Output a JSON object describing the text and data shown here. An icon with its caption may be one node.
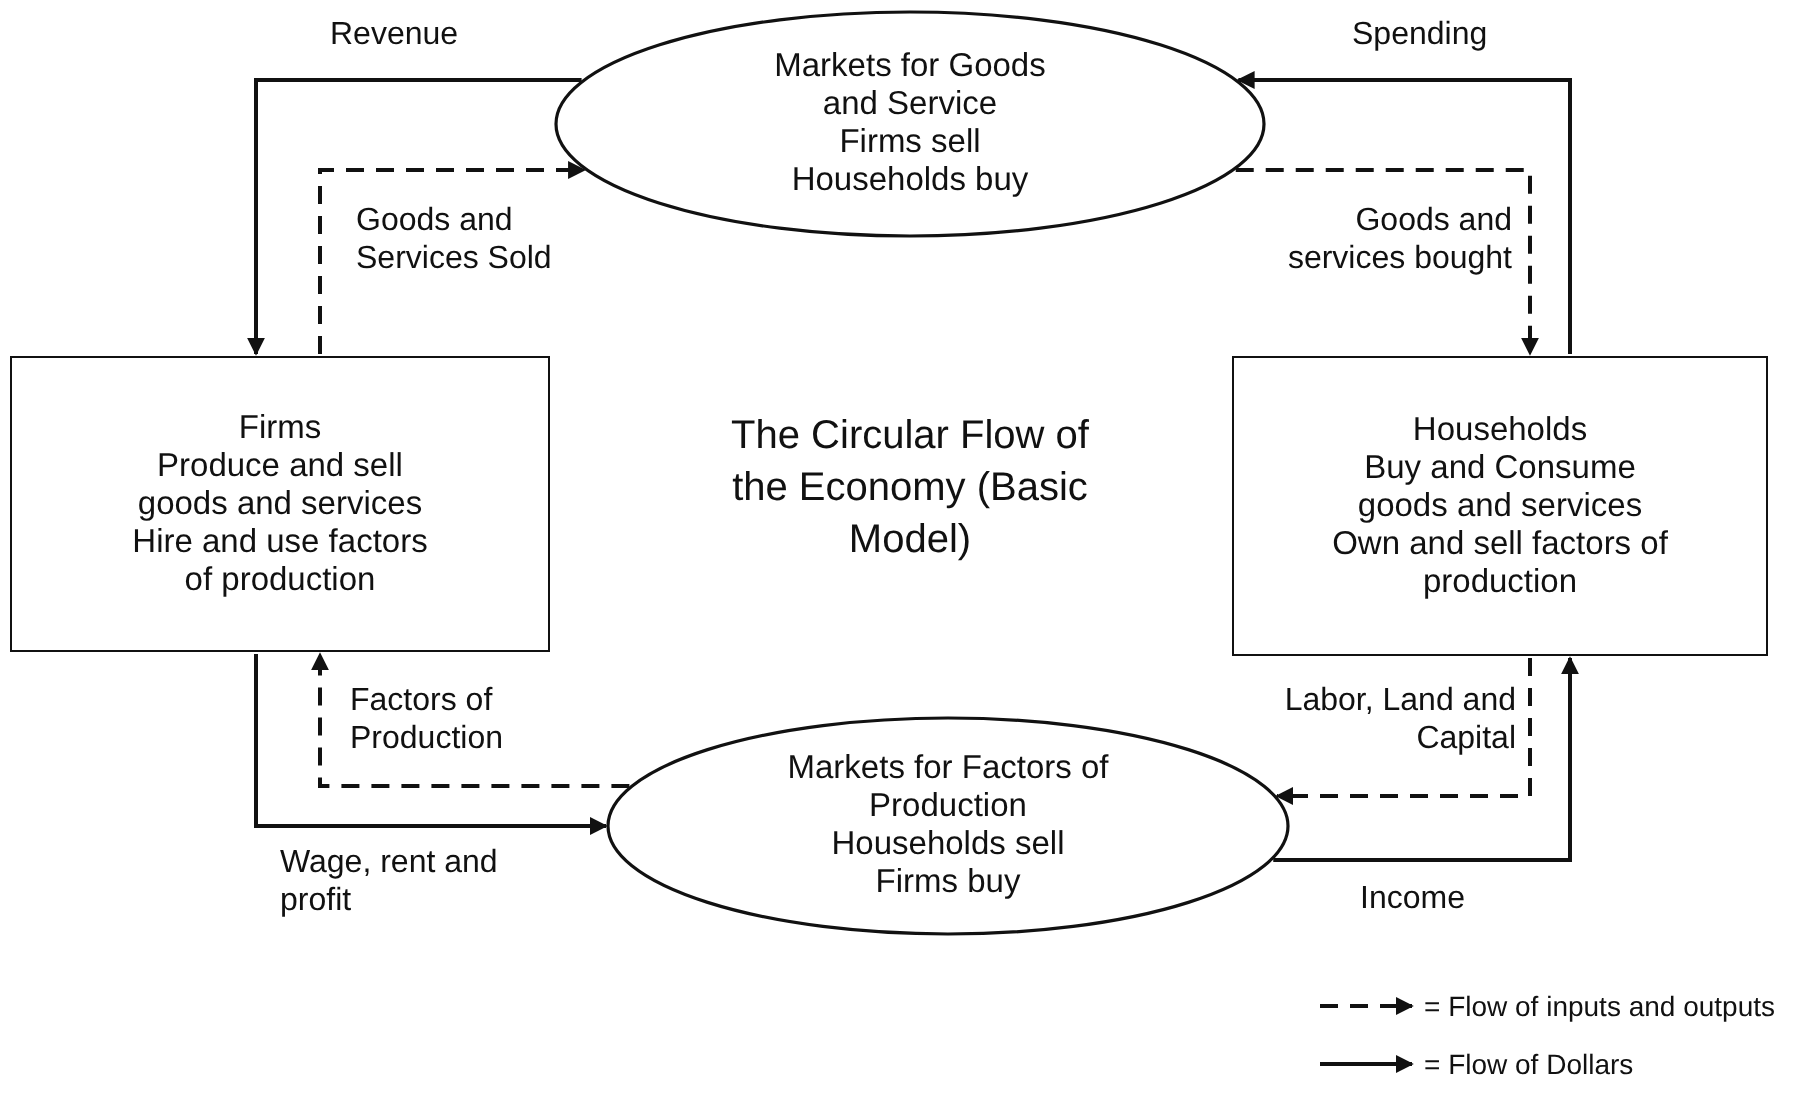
{
  "diagram": {
    "title": "The Circular Flow of the Economy (Basic Model)",
    "nodes": [
      {
        "text": [
          "Markets for Goods and Service",
          "Firms sell",
          "Households buy"
        ]
      },
      {
        "text": [
          "Firms",
          "Produce and sell goods and services",
          "Hire and use factors of production"
        ]
      },
      {
        "text": [
          "Households",
          "Buy and Consume goods and services",
          "Own and sell factors of production"
        ]
      },
      {
        "text": [
          "Markets for Factors of Production",
          "Households sell",
          "Firms buy"
        ]
      }
    ],
    "edges": [
      {
        "from": 0,
        "to": 1,
        "arrow": "to",
        "label": "Revenue"
      },
      {
        "from": 1,
        "to": 0,
        "arrow": "to",
        "label": "Goods and Services Sold",
        "style": "dashed"
      },
      {
        "from": 2,
        "to": 0,
        "arrow": "to",
        "label": "Spending"
      },
      {
        "from": 0,
        "to": 2,
        "arrow": "to",
        "label": "Goods and services bought",
        "style": "dashed"
      },
      {
        "from": 2,
        "to": 3,
        "arrow": "to",
        "label": "Labor, Land and Capital",
        "style": "dashed"
      },
      {
        "from": 3,
        "to": 2,
        "arrow": "to",
        "label": "Income"
      },
      {
        "from": 3,
        "to": 1,
        "arrow": "to",
        "label": "Factors of Production",
        "style": "dashed"
      },
      {
        "from": 1,
        "to": 3,
        "arrow": "to",
        "label": "Wage, rent and profit"
      }
    ],
    "legend": [
      {
        "text": "= Flow of inputs and outputs"
      },
      {
        "text": "= Flow of Dollars"
      }
    ]
  }
}
